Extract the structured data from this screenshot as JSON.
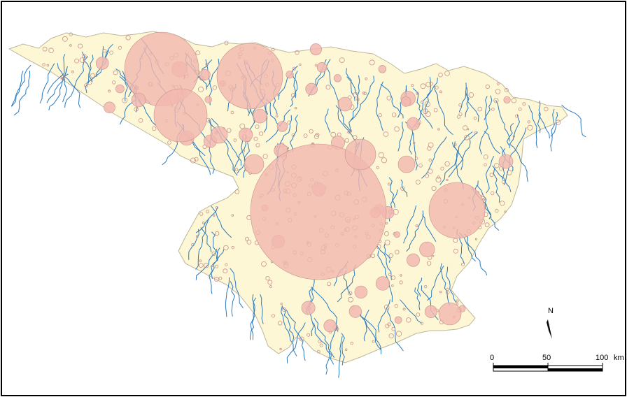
{
  "colors": {
    "basin_fill": "#fdf7d5",
    "basin_stroke": "#bdb79a",
    "river": "#2a7bbf",
    "circle_fill": "#f2b8b0",
    "circle_stroke": "#c8928c",
    "frame": "#000000"
  },
  "legend": {
    "north_label": "N",
    "north_icon": "north-arrow-icon",
    "scale": {
      "ticks": [
        "0",
        "50",
        "100"
      ],
      "unit": "km"
    }
  }
}
